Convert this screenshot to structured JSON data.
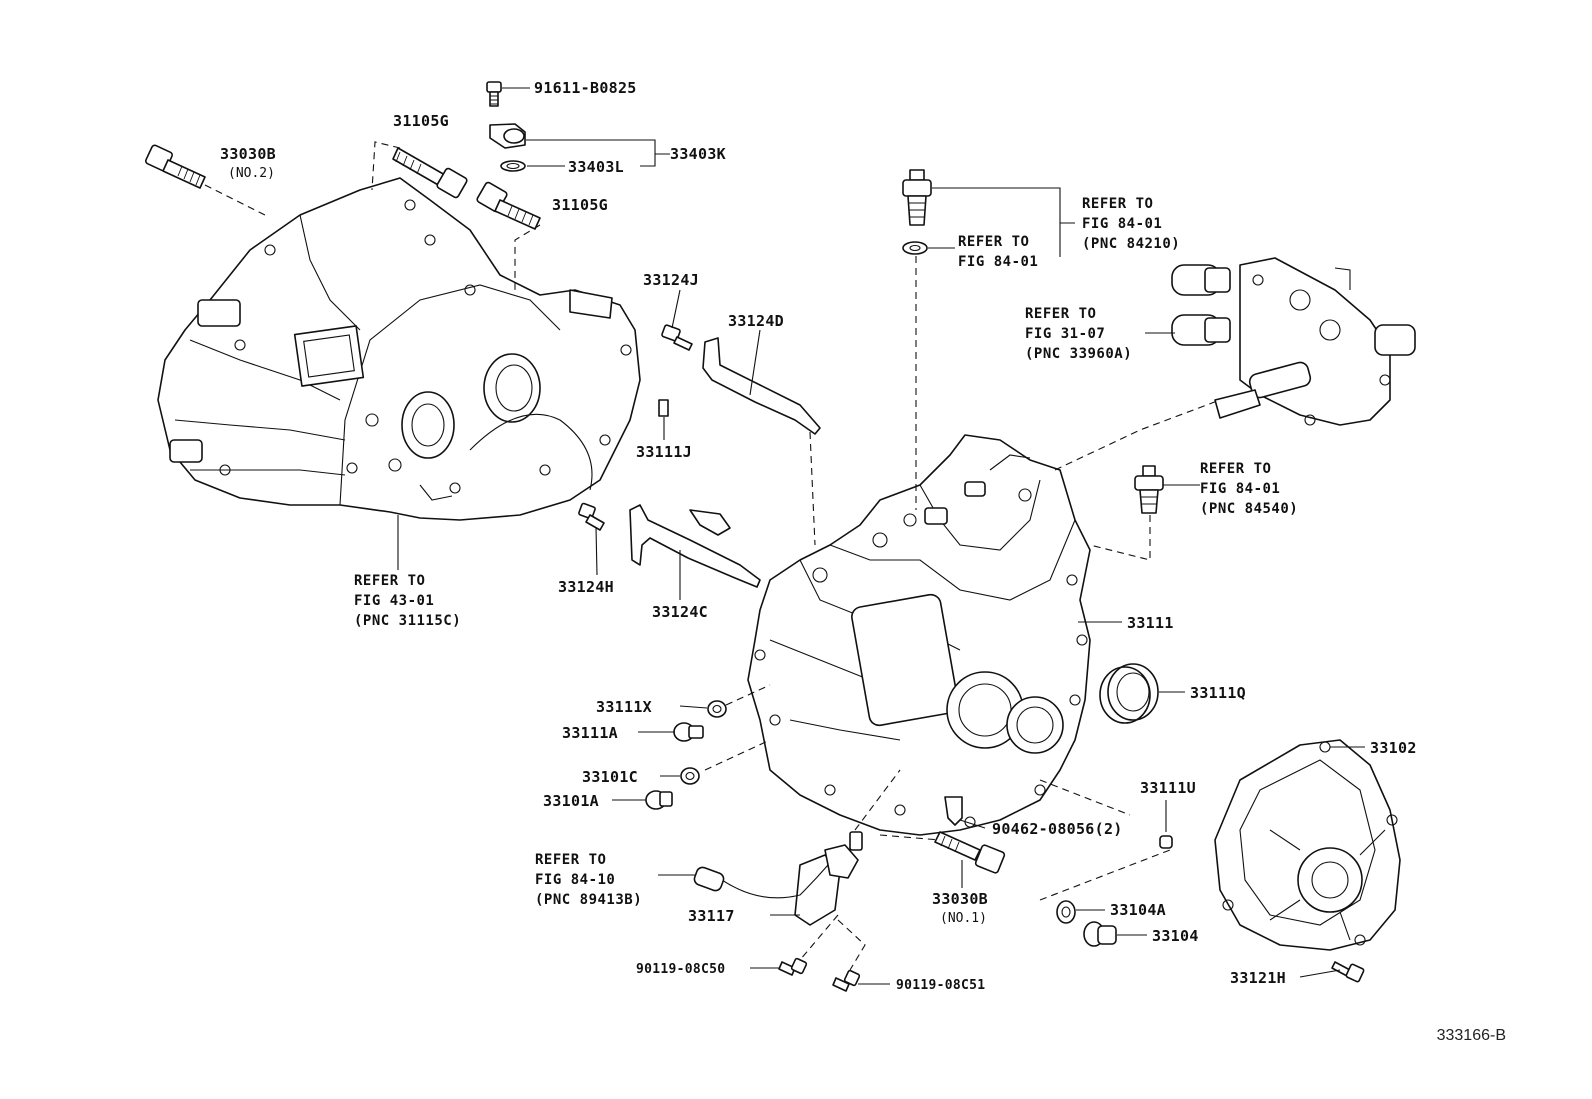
{
  "diagram_code": "333166-B",
  "labels": {
    "p91611": "91611-B0825",
    "p31105g_top": "31105G",
    "p33030b_top": "33030B",
    "p33030b_top_note": "(NO.2)",
    "p33403k": "33403K",
    "p33403l": "33403L",
    "p31105g_mid": "31105G",
    "p33124j": "33124J",
    "p33124d": "33124D",
    "p33111j": "33111J",
    "p33124h": "33124H",
    "p33124c": "33124C",
    "p33111": "33111",
    "p33111q": "33111Q",
    "p33111x": "33111X",
    "p33111a": "33111A",
    "p33101c": "33101C",
    "p33101a": "33101A",
    "p33102": "33102",
    "p33111u": "33111U",
    "p90462": "90462-08056(2)",
    "p33030b_bot": "33030B",
    "p33030b_bot_note": "(NO.1)",
    "p33104a": "33104A",
    "p33104": "33104",
    "p33121h": "33121H",
    "p33117": "33117",
    "p90119_c50": "90119-08C50",
    "p90119_c51": "90119-08C51"
  },
  "refs": {
    "r84210": [
      "REFER TO",
      "FIG 84-01",
      "(PNC 84210)"
    ],
    "r8401_plain": [
      "REFER TO",
      "FIG 84-01"
    ],
    "r3107": [
      "REFER TO",
      "FIG 31-07",
      "(PNC 33960A)"
    ],
    "r84540": [
      "REFER TO",
      "FIG 84-01",
      "(PNC 84540)"
    ],
    "r4301": [
      "REFER TO",
      "FIG 43-01",
      "(PNC 31115C)"
    ],
    "r8410": [
      "REFER TO",
      "FIG 84-10",
      "(PNC 89413B)"
    ]
  }
}
